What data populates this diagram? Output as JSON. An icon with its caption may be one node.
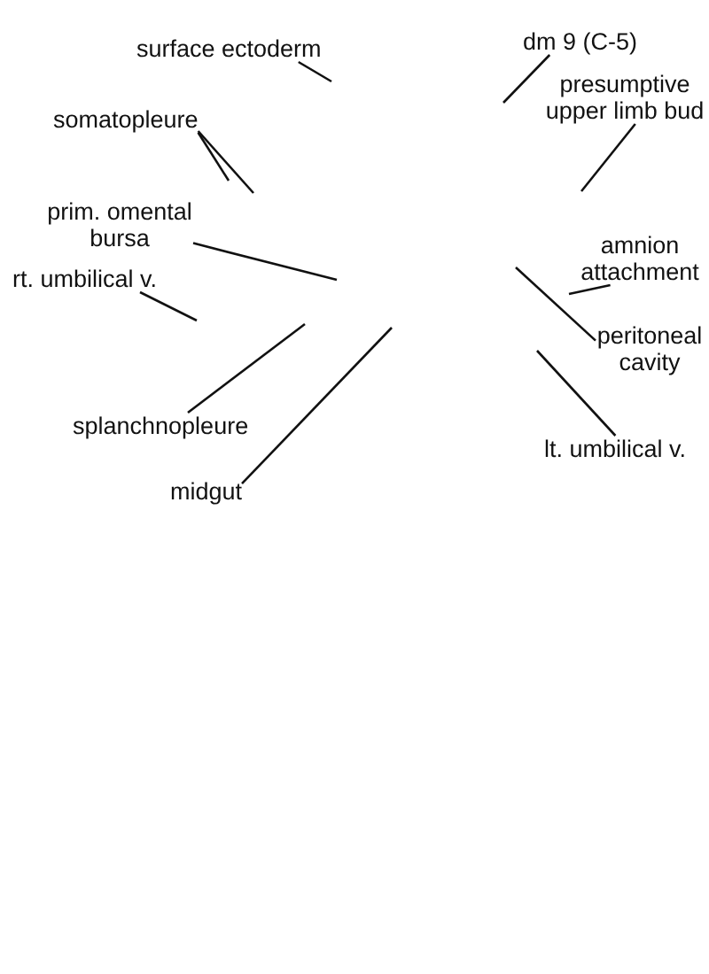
{
  "diagram": {
    "nodes": [
      {
        "text": [
          "surface ectoderm"
        ]
      },
      {
        "text": [
          "dm 9 (C-5)"
        ]
      },
      {
        "text": [
          "presumptive upper limb bud"
        ]
      },
      {
        "text": [
          "somatopleure"
        ]
      },
      {
        "text": [
          "prim. omental bursa"
        ]
      },
      {
        "text": [
          "amnion attachment"
        ]
      },
      {
        "text": [
          "rt. umbilical v."
        ]
      },
      {
        "text": [
          "peritoneal cavity"
        ]
      },
      {
        "text": [
          "splanchnopleure"
        ]
      },
      {
        "text": [
          "lt. umbilical v."
        ]
      },
      {
        "text": [
          "midgut"
        ]
      }
    ],
    "edges": [
      {
        "from": 0,
        "to": null,
        "arrow": "none"
      },
      {
        "from": 1,
        "to": null,
        "arrow": "none"
      },
      {
        "from": 2,
        "to": null,
        "arrow": "none"
      },
      {
        "from": 3,
        "to": null,
        "arrow": "none"
      },
      {
        "from": 3,
        "to": null,
        "arrow": "none"
      },
      {
        "from": 4,
        "to": null,
        "arrow": "none"
      },
      {
        "from": 5,
        "to": null,
        "arrow": "none"
      },
      {
        "from": 6,
        "to": null,
        "arrow": "none"
      },
      {
        "from": 7,
        "to": null,
        "arrow": "none"
      },
      {
        "from": 8,
        "to": null,
        "arrow": "none"
      },
      {
        "from": 9,
        "to": null,
        "arrow": "none"
      },
      {
        "from": 10,
        "to": null,
        "arrow": "none"
      }
    ]
  }
}
